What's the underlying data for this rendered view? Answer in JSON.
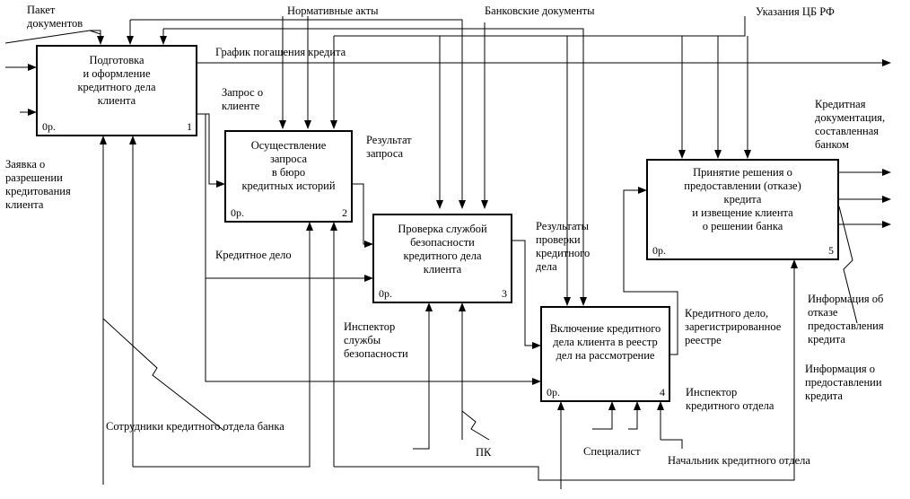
{
  "blocks": [
    {
      "title": "Подготовка\nи оформление\nкредитного дела\nклиента",
      "cost": "0р.",
      "num": "1"
    },
    {
      "title": "Осуществление\nзапроса\nв бюро\nкредитных историй",
      "cost": "0р.",
      "num": "2"
    },
    {
      "title": "Проверка службой\nбезопасности\nкредитного дела\nклиента",
      "cost": "0р.",
      "num": "3"
    },
    {
      "title": "Включение кредитного\nдела клиента в реестр\nдел на рассмотрение",
      "cost": "0р.",
      "num": "4"
    },
    {
      "title": "Принятие решения о\nпредоставлении (отказе)\nкредита\nи извещение клиента\nо решении банка",
      "cost": "0р.",
      "num": "5"
    }
  ],
  "labels": {
    "package": "Пакет\nдокументов",
    "normative": "Нормативные акты",
    "bank_docs": "Банковские документы",
    "cb_instructions": "Указания ЦБ РФ",
    "schedule": "График погашения кредита",
    "application": "Заявка о\nразрешении\nкредитования\nклиента",
    "client_request": "Запрос о\nклиенте",
    "request_result": "Результат\nзапроса",
    "credit_file": "Кредитное дело",
    "check_results": "Результаты\nпроверки\nкредитного\nдела",
    "credit_docs": "Кредитная\nдокументация,\nсоставленная\nбанком",
    "registered": "Кредитного дело,\nзарегистрированное\nреестре",
    "refusal_info": "Информация об\nотказе\nпредоставления\nкредита",
    "grant_info": "Информация о\nпредоставлении\nкредита",
    "security_inspector": "Инспектор\nслужбы\nбезопасности",
    "credit_inspector": "Инспектор\nкредитного отдела",
    "credit_staff": "Сотрудники кредитного отдела банка",
    "pc": "ПК",
    "specialist": "Специалист",
    "head": "Начальник кредитного отдела"
  }
}
